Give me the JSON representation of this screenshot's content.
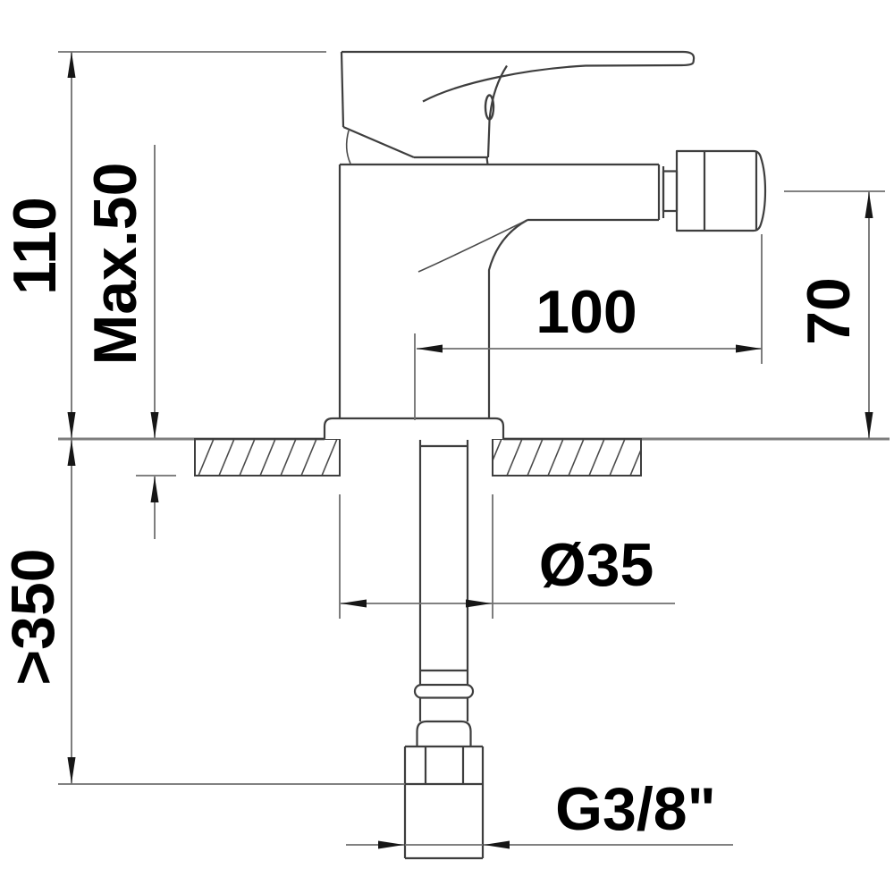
{
  "drawing": {
    "kind": "bidet-mixer-faucet-installation-drawing",
    "labels": {
      "overall_height": "110",
      "max_deck_thickness": "Max.50",
      "spout_reach": "100",
      "spout_height": "70",
      "hole_diameter": "Ø35",
      "min_hose_length": ">350",
      "supply_connection": "G3/8\""
    },
    "colors": {
      "line": "#3e3e3e",
      "dimension_line": "#6f6f6f",
      "deck_line": "#7d7d7d",
      "text": "#000000",
      "background": "#ffffff"
    }
  }
}
